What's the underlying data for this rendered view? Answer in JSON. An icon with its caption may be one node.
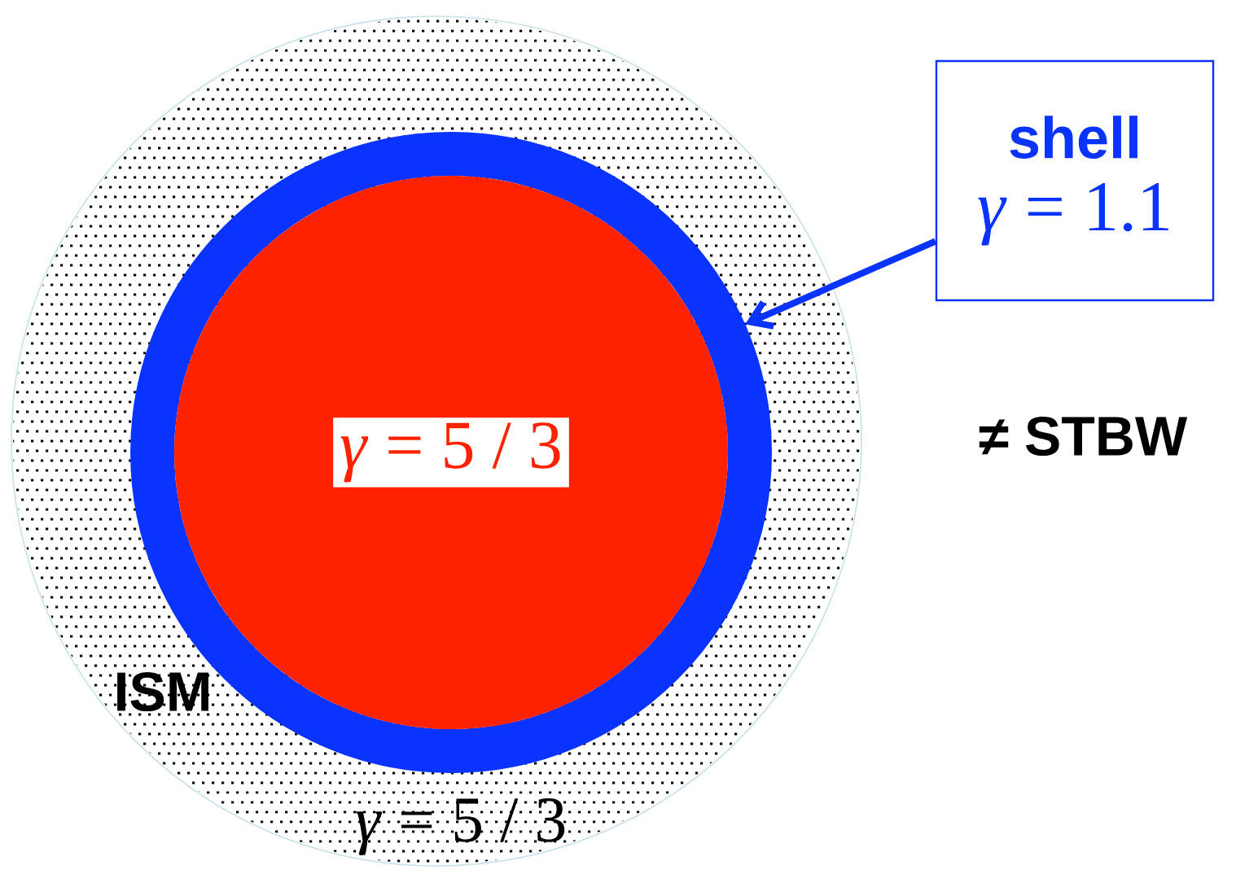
{
  "diagram": {
    "nodes": [
      {
        "text": [
          "ISM",
          "*γ* = 5 / 3"
        ]
      },
      {
        "text": [],
        "shape": "circle",
        "in": 0
      },
      {
        "text": [
          "*γ* = 5 / 3"
        ],
        "in": 1
      },
      {
        "text": [
          "shell",
          "*γ* = 1.1"
        ]
      }
    ],
    "edges": [
      {
        "from": 3,
        "to": 1,
        "arrow": "to"
      }
    ],
    "labels": [
      "≠ STBW"
    ]
  }
}
